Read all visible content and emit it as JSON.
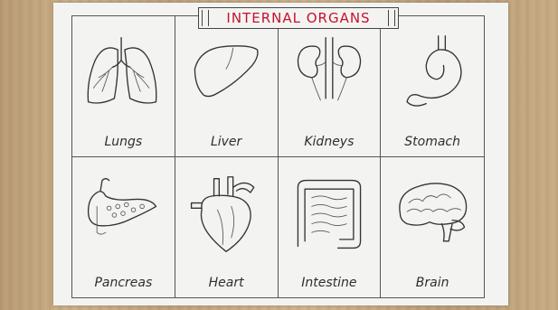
{
  "title": "INTERNAL ORGANS",
  "organs": [
    {
      "label": "Lungs",
      "icon": "lungs-icon"
    },
    {
      "label": "Liver",
      "icon": "liver-icon"
    },
    {
      "label": "Kidneys",
      "icon": "kidneys-icon"
    },
    {
      "label": "Stomach",
      "icon": "stomach-icon"
    },
    {
      "label": "Pancreas",
      "icon": "pancreas-icon"
    },
    {
      "label": "Heart",
      "icon": "heart-icon"
    },
    {
      "label": "Intestine",
      "icon": "intestine-icon"
    },
    {
      "label": "Brain",
      "icon": "brain-icon"
    }
  ],
  "colors": {
    "title": "#c8102e",
    "paper": "#f3f4f1",
    "ink": "#333333",
    "wood": "#c4a77f"
  }
}
